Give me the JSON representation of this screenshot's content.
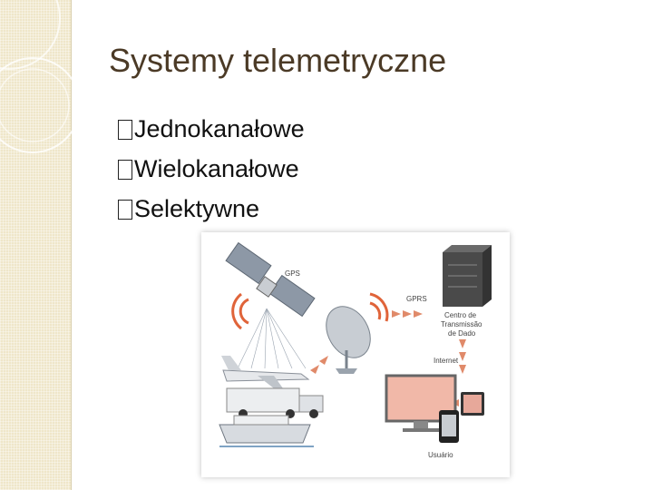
{
  "slide": {
    "title": "Systemy telemetryczne",
    "bullets": [
      {
        "label": "Jednokanałowe"
      },
      {
        "label": "Wielokanałowe"
      },
      {
        "label": "Selektywne"
      }
    ]
  },
  "diagram": {
    "labels": {
      "gps": "GPS",
      "gprs": "GPRS",
      "center_line1": "Centro de",
      "center_line2": "Transmissão",
      "center_line3": "de Dado",
      "internet": "Internet",
      "user": "Usuário"
    },
    "icons": [
      "satellite-icon",
      "signal-waves-icon",
      "satellite-dish-icon",
      "server-icon",
      "airplane-icon",
      "truck-icon",
      "ship-icon",
      "monitor-icon",
      "phone-icon",
      "arrow-icon"
    ]
  },
  "colors": {
    "title": "#4b3a26",
    "band": "#efe6c9",
    "signal": "#e0643a",
    "server": "#4a4a4a"
  }
}
